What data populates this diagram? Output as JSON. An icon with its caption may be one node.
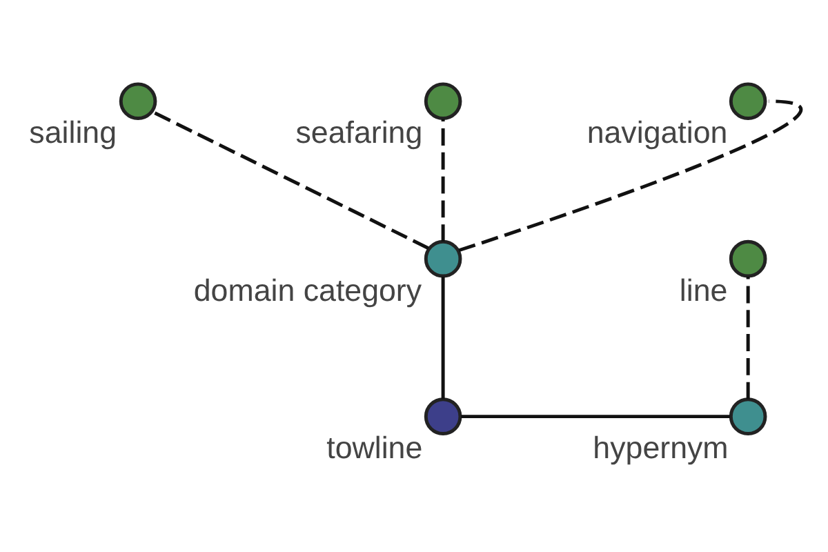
{
  "diagram": {
    "nodes": [
      {
        "text": [
          "sailing"
        ]
      },
      {
        "text": [
          "seafaring"
        ]
      },
      {
        "text": [
          "navigation"
        ]
      },
      {
        "text": [
          "domain category"
        ]
      },
      {
        "text": [
          "line"
        ]
      },
      {
        "text": [
          "towline"
        ]
      },
      {
        "text": [
          "hypernym"
        ]
      }
    ],
    "edges": [
      {
        "from": 5,
        "to": 3,
        "arrow": "none"
      },
      {
        "from": 5,
        "to": 6,
        "arrow": "none"
      },
      {
        "from": 3,
        "to": 0,
        "arrow": "none",
        "style": "dashed"
      },
      {
        "from": 3,
        "to": 1,
        "arrow": "none",
        "style": "dashed"
      },
      {
        "from": 3,
        "to": 2,
        "arrow": "none",
        "style": "dashed"
      },
      {
        "from": 6,
        "to": 4,
        "arrow": "none",
        "style": "dashed"
      }
    ]
  }
}
